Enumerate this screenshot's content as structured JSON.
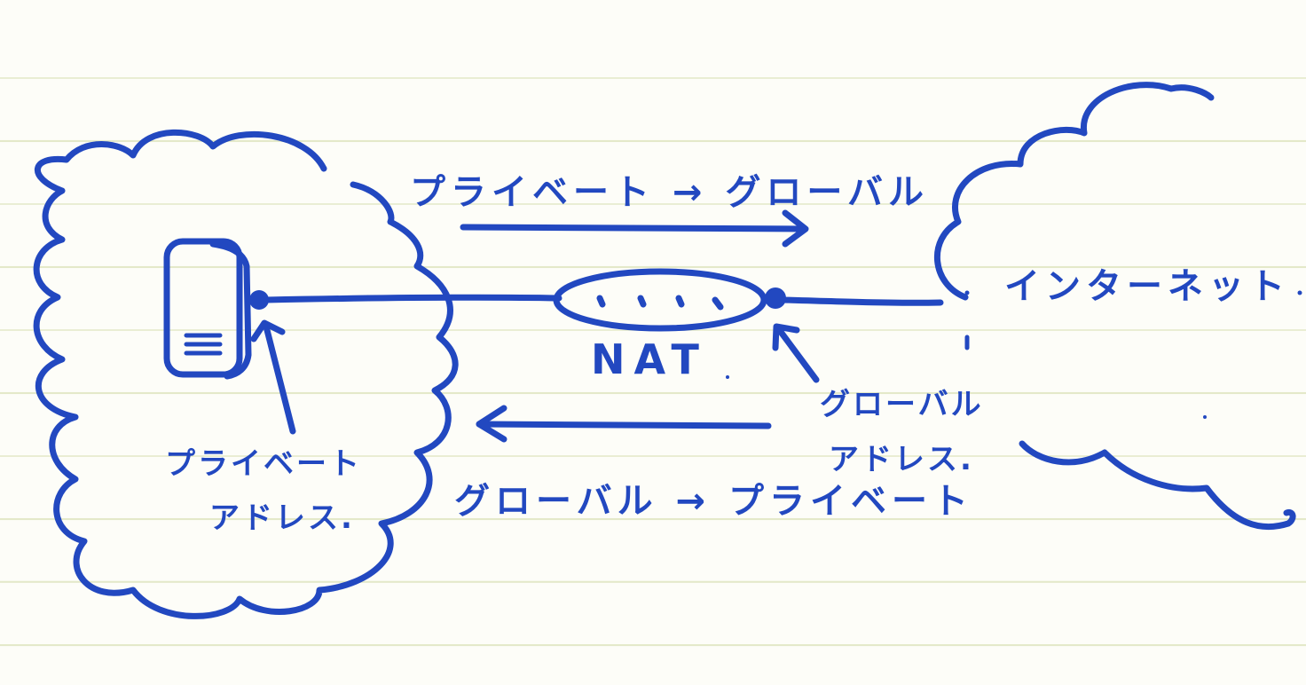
{
  "labels": {
    "top_arrow": "プライベート → グローバル",
    "bottom_arrow": "グローバル → プライベート",
    "private_line1": "プライベート",
    "private_line2": "アドレス.",
    "global_line1": "グローバル",
    "global_line2": "アドレス.",
    "nat": "NAT",
    "internet": "インターネット"
  },
  "colors": {
    "ink": "#2248c0",
    "paper": "#fdfdf8",
    "rule_line": "#e4e9c9"
  },
  "icons": {
    "server": "server-icon",
    "router": "nat-router-icon",
    "private_cloud": "cloud-icon",
    "internet_cloud": "cloud-icon"
  }
}
